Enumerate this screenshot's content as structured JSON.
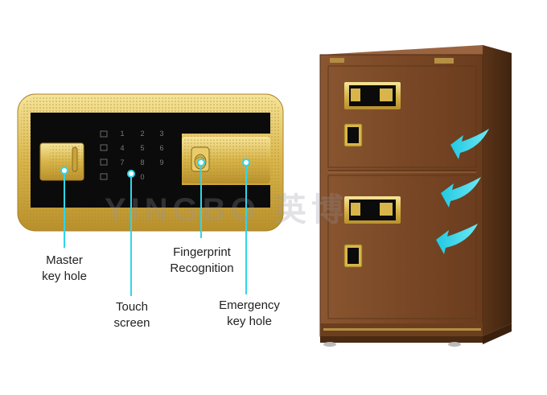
{
  "callouts": {
    "master_key_hole": [
      "Master",
      "key hole"
    ],
    "touch_screen": [
      "Touch",
      "screen"
    ],
    "fingerprint": [
      "Fingerprint",
      "Recognition"
    ],
    "emergency_key_hole": [
      "Emergency",
      "key hole"
    ]
  },
  "watermark": "YINGBO 英博",
  "colors": {
    "gold": "#d9b84a",
    "gold_light": "#f3e08c",
    "panel_black": "#0b0b0b",
    "cabinet_brown": "#7a4a26",
    "cabinet_dark": "#5e3818",
    "callout_cyan": "#2fd6ea"
  },
  "icons": [
    "fingerprint-icon",
    "arrow-icon"
  ]
}
